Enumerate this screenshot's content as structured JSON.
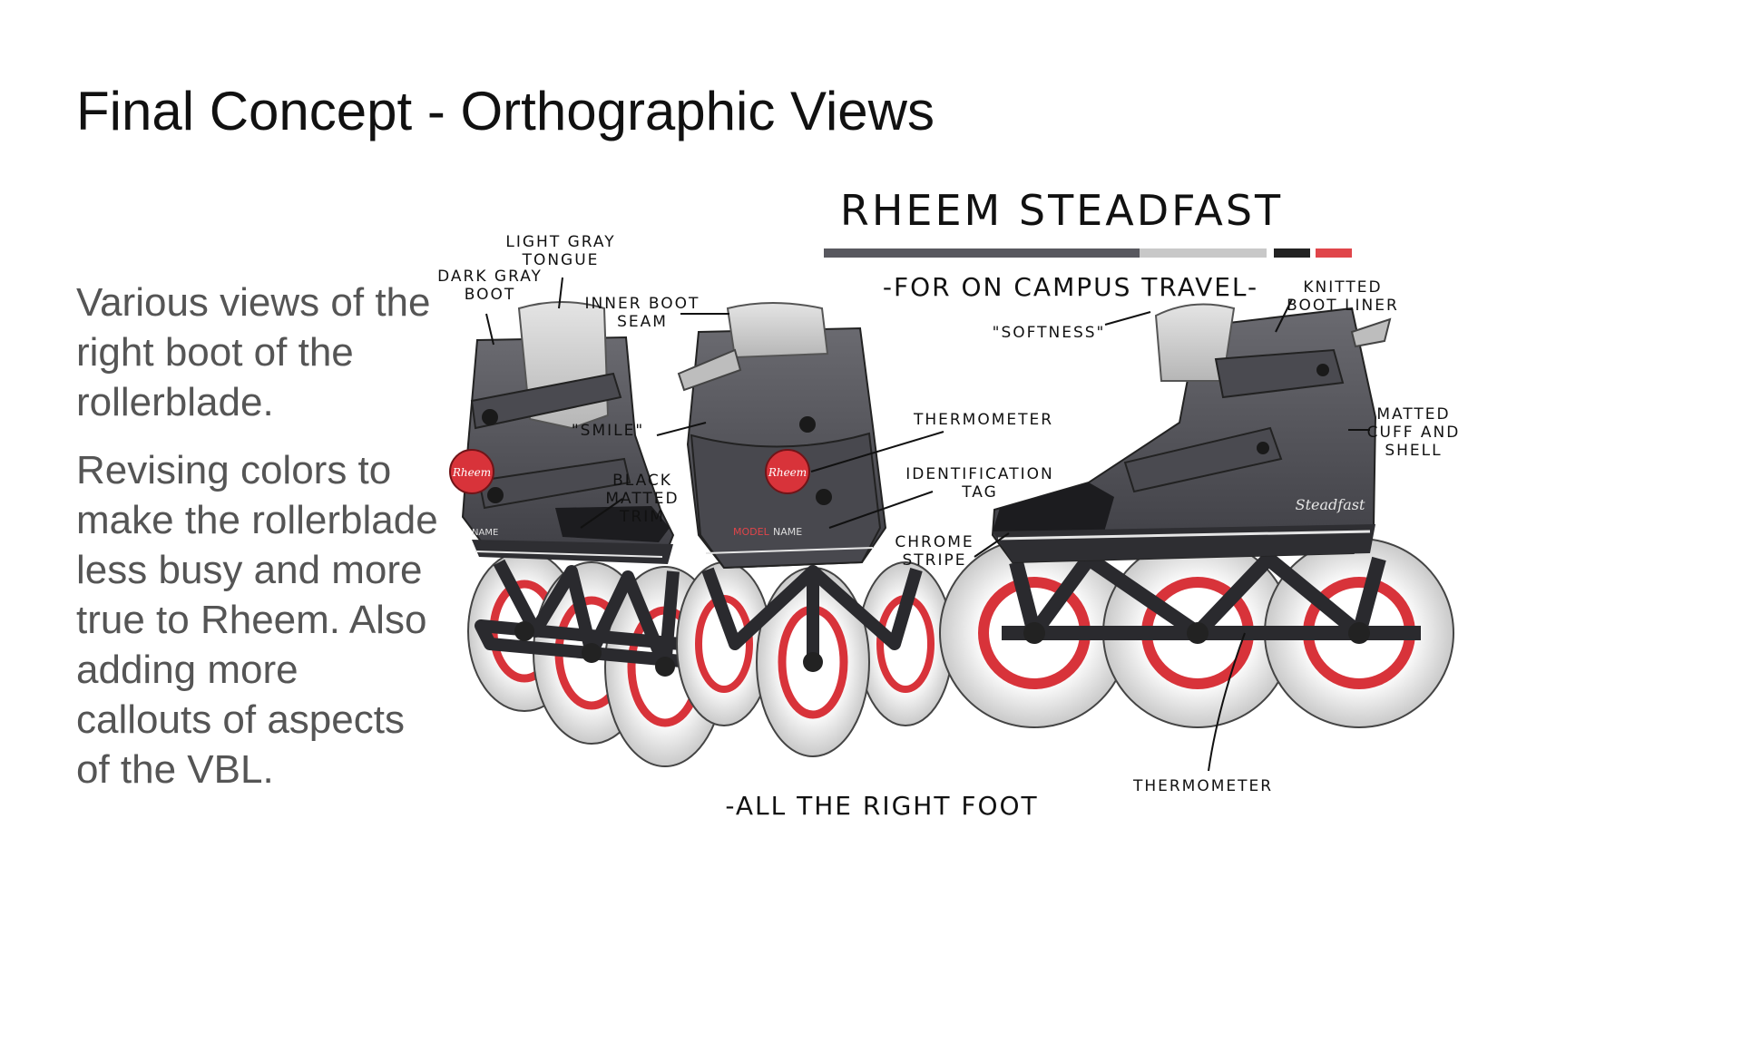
{
  "slide": {
    "title": "Final Concept - Orthographic Views",
    "description": [
      "Various views of the right boot of the rollerblade.",
      "Revising colors to make the rollerblade less busy and more true to Rheem. Also adding more callouts of aspects of the VBL."
    ]
  },
  "sketch": {
    "product_name": "RHEEM STEADFAST",
    "tagline": "-FOR ON CAMPUS TRAVEL-",
    "footer_note": "-ALL THE RIGHT FOOT",
    "palette": [
      "#58585f",
      "#c8c8c8",
      "#222222",
      "#e0454a"
    ],
    "logo_text": "Rheem",
    "model_label": "MODEL",
    "name_label": "NAME",
    "side_brand": "Steadfast",
    "callouts": {
      "dark_gray_boot": [
        "DARK GRAY",
        "BOOT"
      ],
      "light_gray_tongue": [
        "LIGHT GRAY",
        "TONGUE"
      ],
      "inner_boot_seam": [
        "INNER BOOT",
        "SEAM"
      ],
      "smile": [
        "\"SMILE\""
      ],
      "black_matted_trim": [
        "BLACK",
        "MATTED",
        "TRIM"
      ],
      "thermometer_center": [
        "THERMOMETER"
      ],
      "identification_tag": [
        "IDENTIFICATION",
        "TAG"
      ],
      "chrome_stripe": [
        "CHROME",
        "STRIPE"
      ],
      "softness": [
        "\"SOFTNESS\""
      ],
      "knitted_boot_liner": [
        "KNITTED",
        "BOOT LINER"
      ],
      "matted_cuff_shell": [
        "MATTED",
        "CUFF AND",
        "SHELL"
      ],
      "thermometer_right": [
        "THERMOMETER"
      ]
    }
  }
}
